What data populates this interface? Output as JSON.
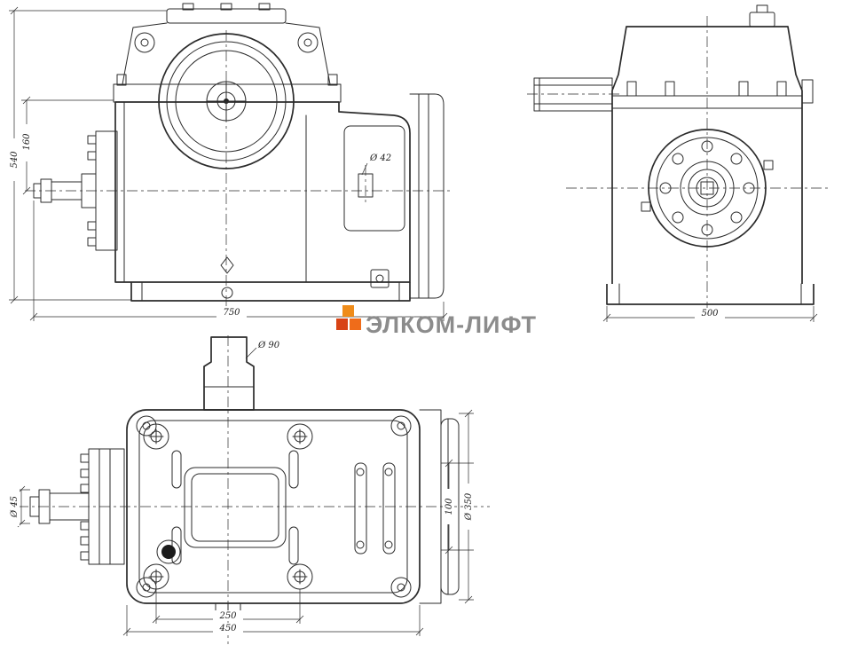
{
  "drawing": {
    "type": "technical-drawing",
    "line_color": "#2b2b2b",
    "background_color": "#ffffff"
  },
  "watermark": {
    "text": "ЭЛКОМ-ЛИФТ",
    "text_color": "#8c8c8c",
    "icon": "logo-squares-icon",
    "icon_colors": [
      "#ef8c1a",
      "#d84315",
      "#ef6c1a"
    ]
  },
  "dimensions": {
    "front_view": {
      "height_total": "540",
      "height_upper": "160",
      "width": "750",
      "bore": "Ø 42"
    },
    "side_view": {
      "width": "500"
    },
    "plan_view": {
      "shaft_top": "Ø 90",
      "shaft_left": "Ø 45",
      "flange_offset": "100",
      "flange_diameter": "Ø 350",
      "bolt_spacing": "250",
      "base_width": "450"
    }
  }
}
